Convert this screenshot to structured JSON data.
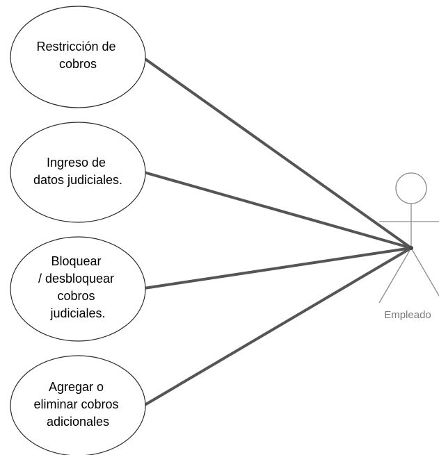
{
  "use_cases": [
    {
      "lines": [
        "Restricción de",
        "cobros"
      ]
    },
    {
      "lines": [
        "Ingreso de",
        "datos judiciales."
      ]
    },
    {
      "lines": [
        "Bloquear",
        "/ desbloquear",
        "cobros",
        "judiciales."
      ]
    },
    {
      "lines": [
        "Agregar o",
        "eliminar cobros",
        "adicionales"
      ]
    }
  ],
  "actor": {
    "label": "Empleado"
  }
}
